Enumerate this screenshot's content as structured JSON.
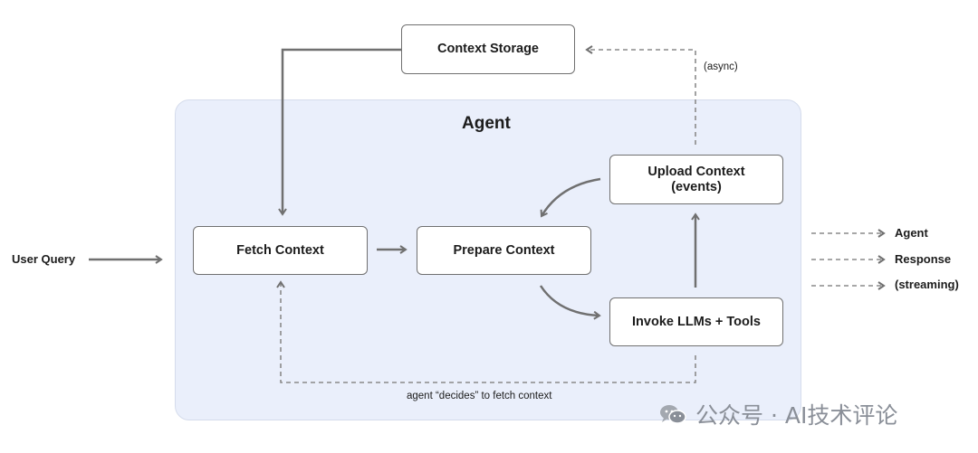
{
  "agent": {
    "title": "Agent"
  },
  "nodes": {
    "context_storage": "Context Storage",
    "fetch_context": "Fetch Context",
    "prepare_context": "Prepare Context",
    "upload_context": "Upload Context\n(events)",
    "invoke": "Invoke LLMs + Tools"
  },
  "input": {
    "user_query": "User Query"
  },
  "annotations": {
    "async": "(async)",
    "decides": "agent “decides” to fetch context"
  },
  "outputs": [
    "Agent",
    "Response",
    "(streaming)"
  ],
  "watermark": {
    "text": "公众号 · AI技术评论",
    "icon": "wechat-icon"
  },
  "colors": {
    "panel": "#eaeffb",
    "arrow": "#707070",
    "text": "#1c1c1c"
  }
}
